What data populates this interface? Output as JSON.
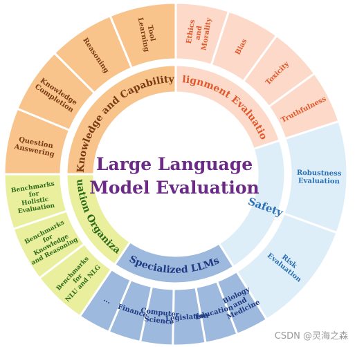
{
  "center": {
    "line1": "Large Language",
    "line2": "Model Evaluation"
  },
  "categories": {
    "knowledge": "Knowledge and Capability",
    "alignment": "Alignment Evaluation",
    "safety": "Safety",
    "specialized": "Specialized LLMs",
    "organization": "Evaluation Organization"
  },
  "outer": {
    "knowledge": [
      [
        "Question",
        "Answering"
      ],
      [
        "Knowledge",
        "Completion"
      ],
      [
        "Reasoning"
      ],
      [
        "Tool",
        "Learning"
      ]
    ],
    "alignment": [
      [
        "Ethics",
        "and",
        "Morality"
      ],
      [
        "Bias"
      ],
      [
        "Toxicity"
      ],
      [
        "Truthfulness"
      ]
    ],
    "safety": [
      [
        "Robustness",
        "Evaluation"
      ],
      [
        "Risk",
        "Evaluation"
      ]
    ],
    "specialized": [
      [
        "Biology",
        "and",
        "Medicine"
      ],
      [
        "Education"
      ],
      [
        "Legislation"
      ],
      [
        "Computer",
        "Science"
      ],
      [
        "Finance"
      ],
      [
        "..."
      ]
    ],
    "organization": [
      [
        "Benchmarks",
        "for",
        "NLU and NLG"
      ],
      [
        "Benchmarks",
        "for",
        "Knowledge",
        "and Reasoning"
      ],
      [
        "Benchmarks",
        "for",
        "Holistic",
        "Evaluation"
      ]
    ]
  },
  "watermark": "CSDN @灵海之森",
  "colors": {
    "knowledge_fill": "#f8c48c",
    "knowledge_text": "#7a3b12",
    "alignment_fill": "#fcd9c8",
    "alignment_text": "#e2582a",
    "safety_fill": "#deeef9",
    "safety_text": "#2a6fb3",
    "specialized_fill": "#9db9dd",
    "specialized_text": "#1f3a82",
    "organization_fill": "#e9ef9c",
    "organization_text": "#2e6b1a",
    "center_text": "#6b2a86"
  }
}
